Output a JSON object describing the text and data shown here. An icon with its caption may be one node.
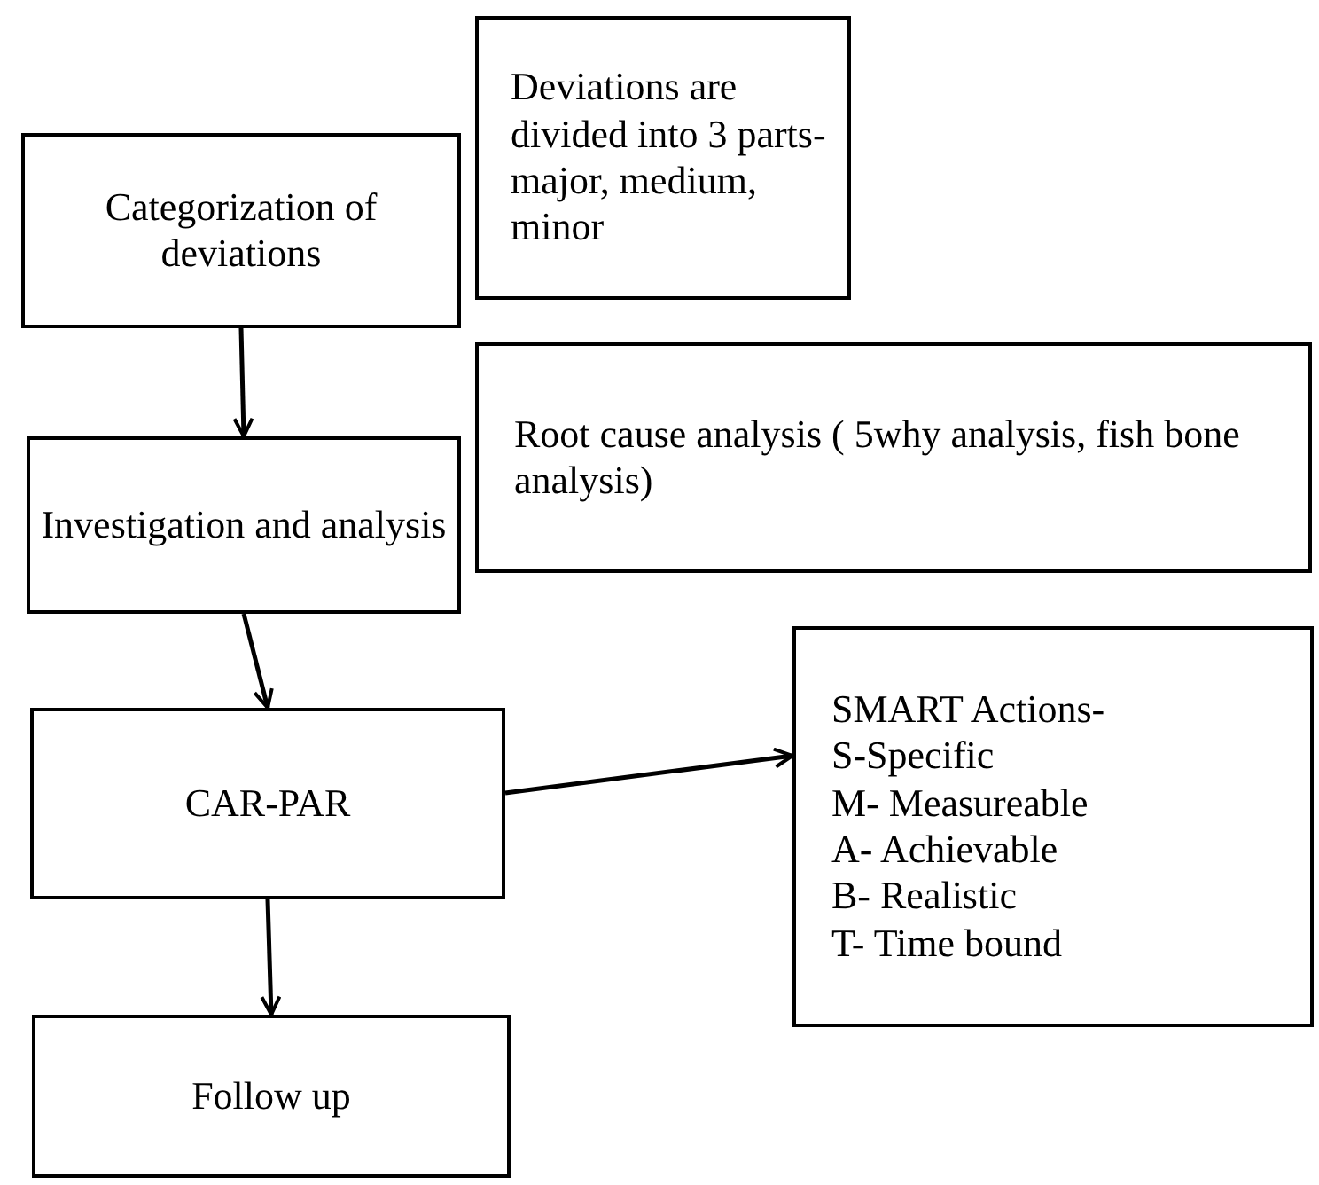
{
  "diagram": {
    "nodes": [
      {
        "text": [
          "Categorization of deviations"
        ]
      },
      {
        "text": [
          "Deviations are divided into 3 parts- major, medium, minor"
        ]
      },
      {
        "text": [
          "Investigation and analysis"
        ]
      },
      {
        "text": [
          "Root cause analysis ( 5why analysis, fish bone analysis)"
        ]
      },
      {
        "text": [
          "CAR-PAR"
        ]
      },
      {
        "text": [
          "SMART Actions-",
          "S-Specific",
          "M- Measureable",
          "A- Achievable",
          "B- Realistic",
          "T- Time bound"
        ]
      },
      {
        "text": [
          "Follow up"
        ]
      }
    ],
    "edges": [
      {
        "from": 0,
        "to": 2,
        "arrow": "to"
      },
      {
        "from": 2,
        "to": 4,
        "arrow": "to"
      },
      {
        "from": 4,
        "to": 5,
        "arrow": "to"
      },
      {
        "from": 4,
        "to": 6,
        "arrow": "to"
      }
    ]
  }
}
